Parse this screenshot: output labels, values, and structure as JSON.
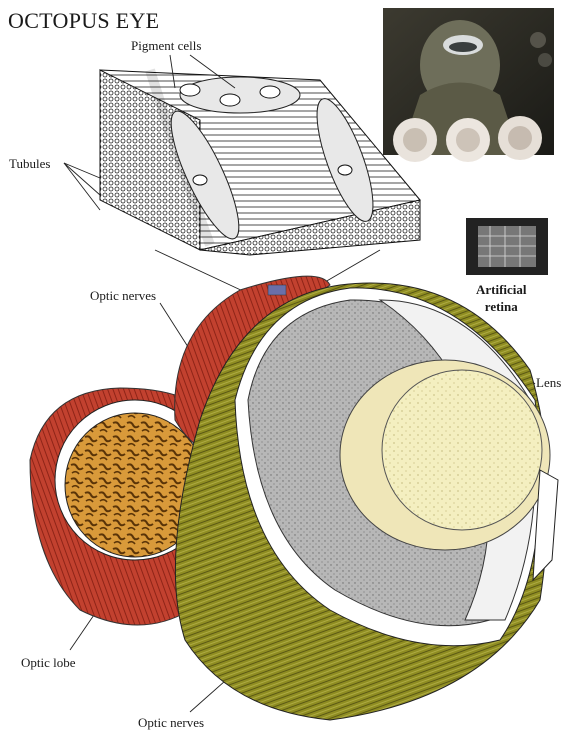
{
  "title": "OCTOPUS EYE",
  "labels": {
    "pigment_cells": "Pigment cells",
    "tubules": "Tubules",
    "optic_nerves_top": "Optic nerves",
    "artificial_retina_line1": "Artificial",
    "artificial_retina_line2": "retina",
    "lens": "Lens",
    "optic_lobe": "Optic lobe",
    "optic_nerves_bottom": "Optic nerves"
  },
  "colors": {
    "nerve_red": "#c0392b",
    "muscle_olive": "#8a8a1f",
    "lens_cream": "#f4efc0",
    "retina_gray": "#a8a8a8",
    "lobe_brown": "#8b5a1a"
  }
}
